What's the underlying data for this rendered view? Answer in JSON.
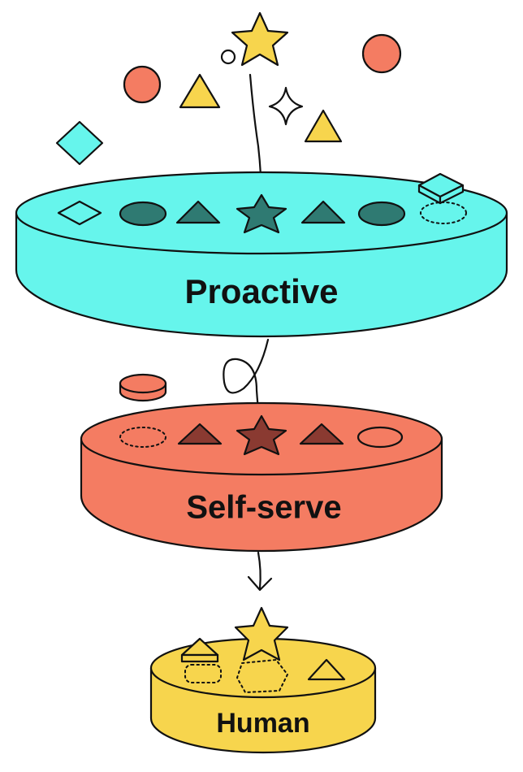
{
  "diagram": {
    "tiers": [
      {
        "label": "Proactive",
        "color": "#66F5EC",
        "shape_color": "#2F7A72"
      },
      {
        "label": "Self-serve",
        "color": "#F47C62",
        "shape_color": "#8A3A31"
      },
      {
        "label": "Human",
        "color": "#F7D54D",
        "shape_color": "#F7D54D"
      }
    ],
    "colors": {
      "ink": "#111111",
      "star": "#F7D54D",
      "triangle": "#F7D54D",
      "circle": "#F47C62",
      "diamond": "#66F5EC"
    },
    "icons": [
      "star-icon",
      "triangle-icon",
      "circle-icon",
      "diamond-icon",
      "sparkle-icon",
      "arrow-down-icon"
    ]
  }
}
